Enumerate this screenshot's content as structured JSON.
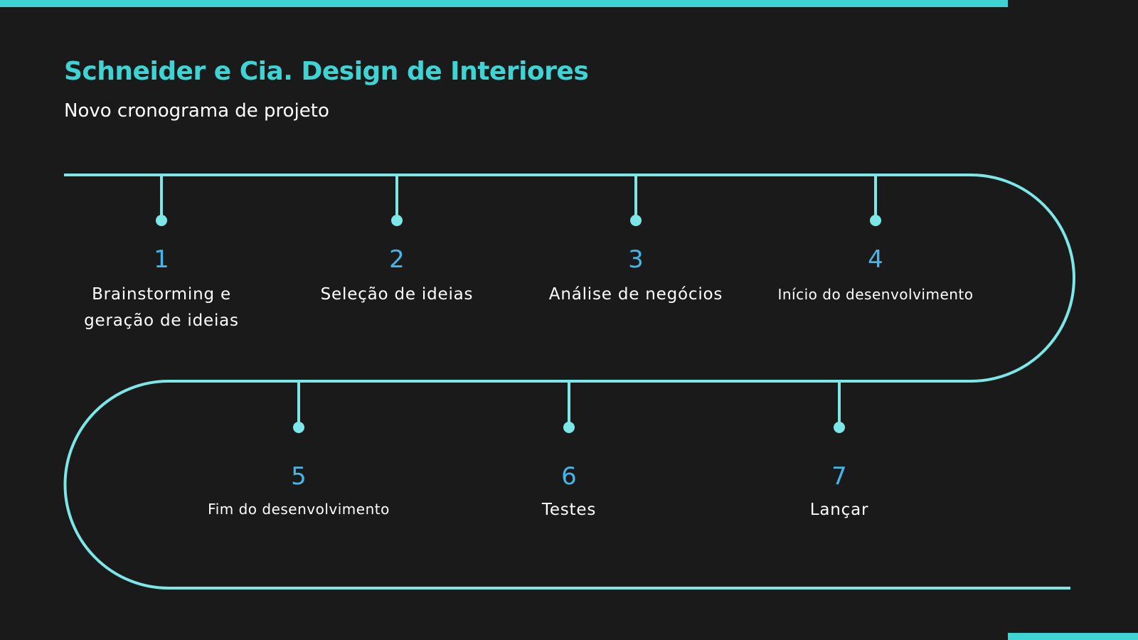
{
  "header": {
    "title": "Schneider e Cia. Design de Interiores",
    "subtitle": "Novo cronograma de projeto"
  },
  "colors": {
    "background": "#1a1a1b",
    "accent": "#3fd3d3",
    "line": "#7de6e6",
    "number": "#45b6e8",
    "text": "#ffffff"
  },
  "steps": [
    {
      "number": "1",
      "label": "Brainstorming e geração de ideias"
    },
    {
      "number": "2",
      "label": "Seleção de ideias"
    },
    {
      "number": "3",
      "label": "Análise de negócios"
    },
    {
      "number": "4",
      "label": "Início do desenvolvimento"
    },
    {
      "number": "5",
      "label": "Fim do desenvolvimento"
    },
    {
      "number": "6",
      "label": "Testes"
    },
    {
      "number": "7",
      "label": "Lançar"
    }
  ]
}
